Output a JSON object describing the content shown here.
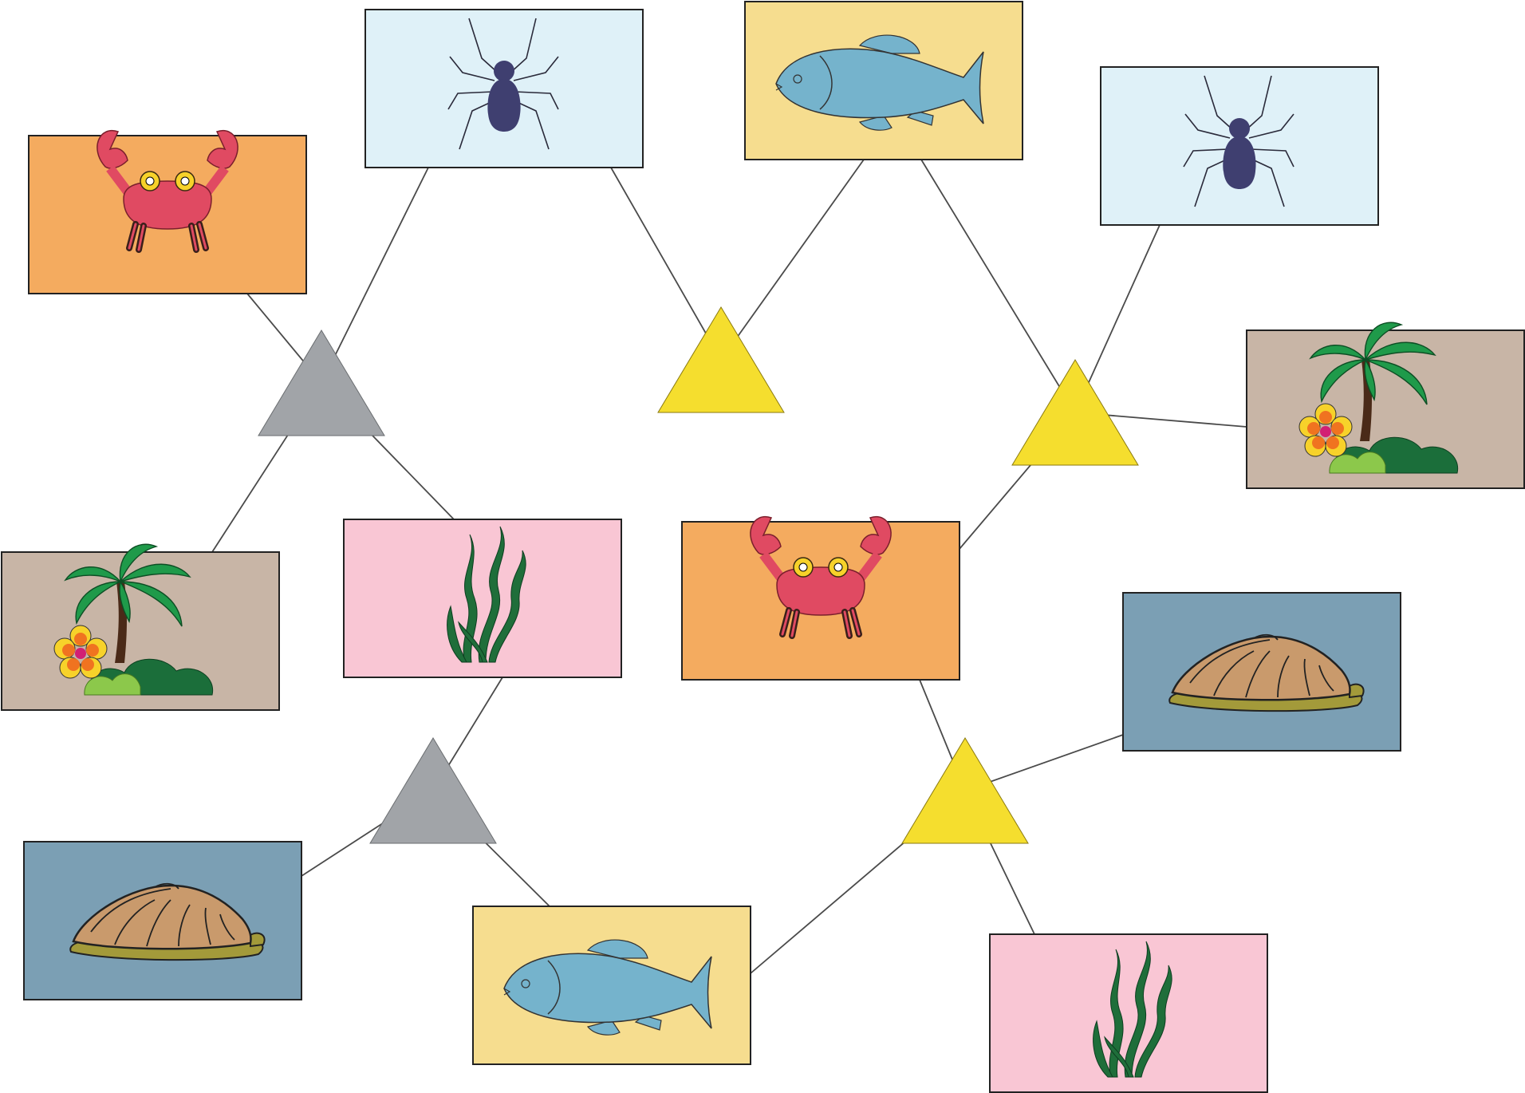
{
  "colors": {
    "crab_card": "#f4ab5f",
    "spider_card": "#dff1f8",
    "fish_card": "#f6dd8f",
    "island_card": "#c8b5a6",
    "seaweed_card": "#f9c6d4",
    "clam_card": "#7b9fb4",
    "node_gray": "#a1a4a8",
    "node_yellow": "#f5de2e",
    "edge": "#4a4a4a"
  },
  "cards": [
    {
      "icon": "crab-icon",
      "color_key": "crab_card"
    },
    {
      "icon": "spider-icon",
      "color_key": "spider_card"
    },
    {
      "icon": "fish-icon",
      "color_key": "fish_card"
    },
    {
      "icon": "spider-icon",
      "color_key": "spider_card"
    },
    {
      "icon": "island-icon",
      "color_key": "island_card"
    },
    {
      "icon": "island-icon",
      "color_key": "island_card"
    },
    {
      "icon": "seaweed-icon",
      "color_key": "seaweed_card"
    },
    {
      "icon": "crab-icon",
      "color_key": "crab_card"
    },
    {
      "icon": "clam-icon",
      "color_key": "clam_card"
    },
    {
      "icon": "clam-icon",
      "color_key": "clam_card"
    },
    {
      "icon": "fish-icon",
      "color_key": "fish_card"
    },
    {
      "icon": "seaweed-icon",
      "color_key": "seaweed_card"
    }
  ],
  "nodes": [
    {
      "shape": "triangle",
      "color_key": "node_gray"
    },
    {
      "shape": "triangle",
      "color_key": "node_yellow"
    },
    {
      "shape": "triangle",
      "color_key": "node_yellow"
    },
    {
      "shape": "triangle",
      "color_key": "node_gray"
    },
    {
      "shape": "triangle",
      "color_key": "node_yellow"
    }
  ],
  "edges": [
    {
      "node": 0,
      "card": 0
    },
    {
      "node": 0,
      "card": 1
    },
    {
      "node": 0,
      "card": 5
    },
    {
      "node": 0,
      "card": 6
    },
    {
      "node": 1,
      "card": 1
    },
    {
      "node": 1,
      "card": 2
    },
    {
      "node": 2,
      "card": 2
    },
    {
      "node": 2,
      "card": 3
    },
    {
      "node": 2,
      "card": 4
    },
    {
      "node": 2,
      "card": 7
    },
    {
      "node": 3,
      "card": 6
    },
    {
      "node": 3,
      "card": 9
    },
    {
      "node": 3,
      "card": 10
    },
    {
      "node": 4,
      "card": 7
    },
    {
      "node": 4,
      "card": 8
    },
    {
      "node": 4,
      "card": 10
    },
    {
      "node": 4,
      "card": 11
    }
  ]
}
